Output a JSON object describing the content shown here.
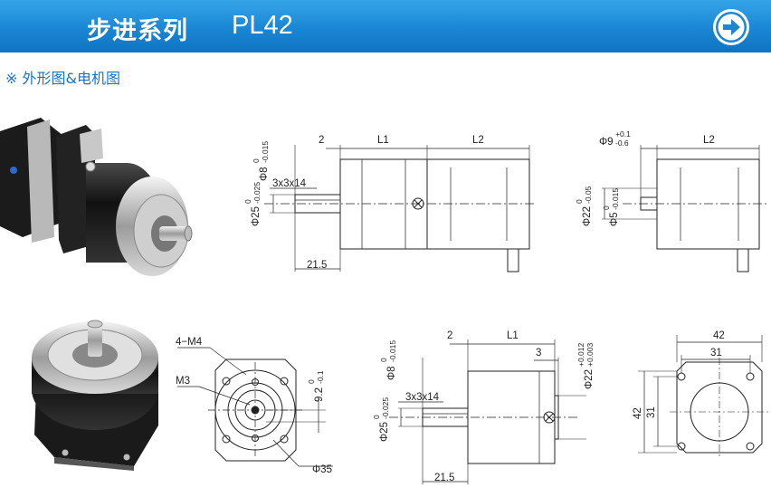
{
  "header": {
    "title": "步进系列",
    "model": "PL42"
  },
  "section": {
    "heading": "※ 外形图&电机图"
  },
  "dims": {
    "a_2": "2",
    "a_l1": "L1",
    "a_l2": "L2",
    "a_phi8": "Φ8",
    "a_phi8_tol": "0",
    "a_phi8_tol2": "-0.015",
    "a_key": "3x3x14",
    "a_phi25": "Φ25",
    "a_phi25_tol": "0",
    "a_phi25_tol2": "-0.025",
    "a_215": "21.5",
    "b_phi9": "Φ9",
    "b_phi9_tol": "+0.1",
    "b_phi9_tol2": "-0.6",
    "b_l2": "L2",
    "b_phi22": "Φ22",
    "b_phi22_tol": "0",
    "b_phi22_tol2": "-0.05",
    "b_phi5": "Φ5",
    "b_phi5_tol": "0",
    "b_phi5_tol2": "-0.015",
    "c_4m4": "4−M4",
    "c_m3": "M3",
    "c_92": "9.2",
    "c_92_tol": "0",
    "c_92_tol2": "-0.1",
    "c_phi35": "Φ35",
    "d_2": "2",
    "d_l1": "L1",
    "d_3": "3",
    "d_phi22": "Φ22",
    "d_phi22_tol": "+0.012",
    "d_phi22_tol2": "+0.003",
    "d_phi8": "Φ8",
    "d_phi8_tol": "0",
    "d_phi8_tol2": "-0.015",
    "d_key": "3x3x14",
    "d_phi25": "Φ25",
    "d_phi25_tol": "0",
    "d_phi25_tol2": "-0.025",
    "d_215": "21.5",
    "e_42": "42",
    "e_31": "31",
    "e_42v": "42",
    "e_31v": "31"
  },
  "icons": {
    "next": "arrow-right-circle-icon"
  }
}
